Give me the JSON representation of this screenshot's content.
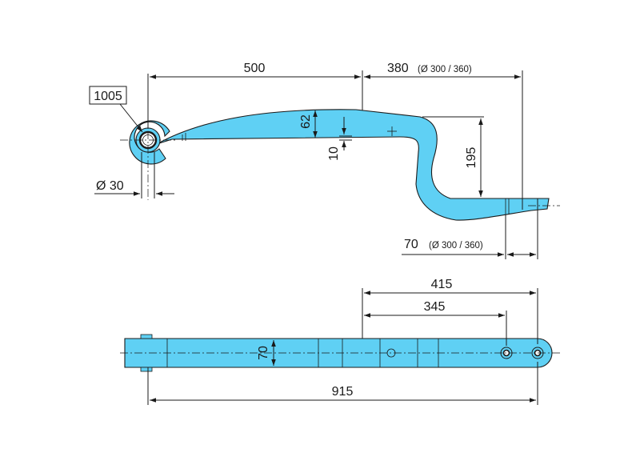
{
  "part_number": "1005",
  "side_view": {
    "dim_length_eye_to_bend": "500",
    "dim_rear_length": "380",
    "dim_rear_length_note": "(Ø 300 / 360)",
    "dim_thickness": "62",
    "dim_small_thickness": "10",
    "dim_drop_height": "195",
    "dim_eye_diameter": "Ø 30",
    "dim_tip_length": "70",
    "dim_tip_length_note": "(Ø 300 / 360)"
  },
  "top_view": {
    "dim_width": "70",
    "dim_hole_outer": "415",
    "dim_hole_inner": "345",
    "dim_total_length": "915"
  }
}
